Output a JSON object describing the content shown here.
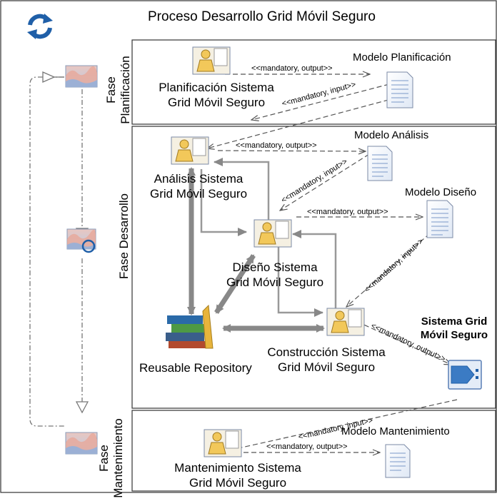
{
  "title": "Proceso Desarrollo Grid Móvil Seguro",
  "phases": {
    "planificacion": {
      "line1": "Fase",
      "line2": "Planificación"
    },
    "desarrollo": {
      "label": "Fase Desarrollo"
    },
    "mantenimiento": {
      "line1": "Fase",
      "line2": "Mantenimiento"
    }
  },
  "tasks": {
    "planificacion": {
      "line1": "Planificación Sistema",
      "line2": "Grid Móvil Seguro"
    },
    "analisis": {
      "line1": "Análisis Sistema",
      "line2": "Grid Móvil Seguro"
    },
    "diseno": {
      "line1": "Diseño Sistema",
      "line2": "Grid Móvil Seguro"
    },
    "construccion": {
      "line1": "Construcción Sistema",
      "line2": "Grid Móvil Seguro"
    },
    "mantenimiento": {
      "line1": "Mantenimiento Sistema",
      "line2": "Grid Móvil Seguro"
    }
  },
  "artifacts": {
    "modelo_planificacion": "Modelo Planificación",
    "modelo_analisis": "Modelo Análisis",
    "modelo_diseno": "Modelo Diseño",
    "sistema_line1": "Sistema Grid",
    "sistema_line2": "Móvil Seguro",
    "modelo_mantenimiento": "Modelo Mantenimiento"
  },
  "repository": "Reusable Repository",
  "edge_labels": {
    "mandatory_output": "<<mandatory, output>>",
    "mandatory_input": "<<mandatory, input>>"
  }
}
